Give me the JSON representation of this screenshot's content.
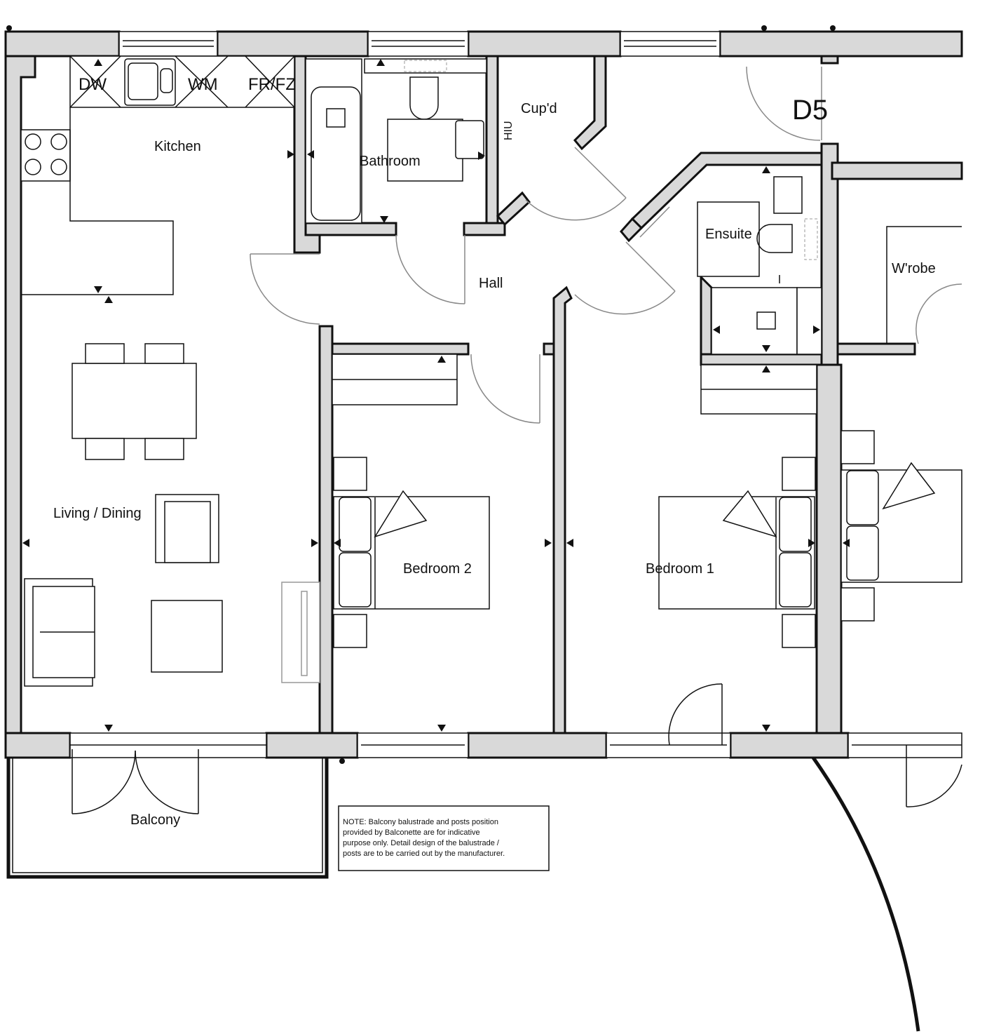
{
  "unit_code": "D5",
  "rooms": {
    "kitchen": "Kitchen",
    "bathroom": "Bathroom",
    "cupboard": "Cup'd",
    "hiu": "HIU",
    "hall": "Hall",
    "ensuite": "Ensuite",
    "wardrobe": "W'robe",
    "living_dining": "Living / Dining",
    "bedroom2": "Bedroom 2",
    "bedroom1": "Bedroom 1",
    "balcony": "Balcony"
  },
  "appliances": {
    "dishwasher": "DW",
    "washing_machine": "WM",
    "fridge_freezer": "FR/FZ"
  },
  "note": {
    "lines": [
      "NOTE: Balcony balustrade and posts position",
      "provided by Balconette are for indicative",
      "purpose only. Detail design of the balustrade /",
      "posts are to be carried out by the manufacturer."
    ]
  },
  "colors": {
    "wall_fill": "#d9d9d9",
    "line": "#111111",
    "door_swing": "#888888"
  }
}
